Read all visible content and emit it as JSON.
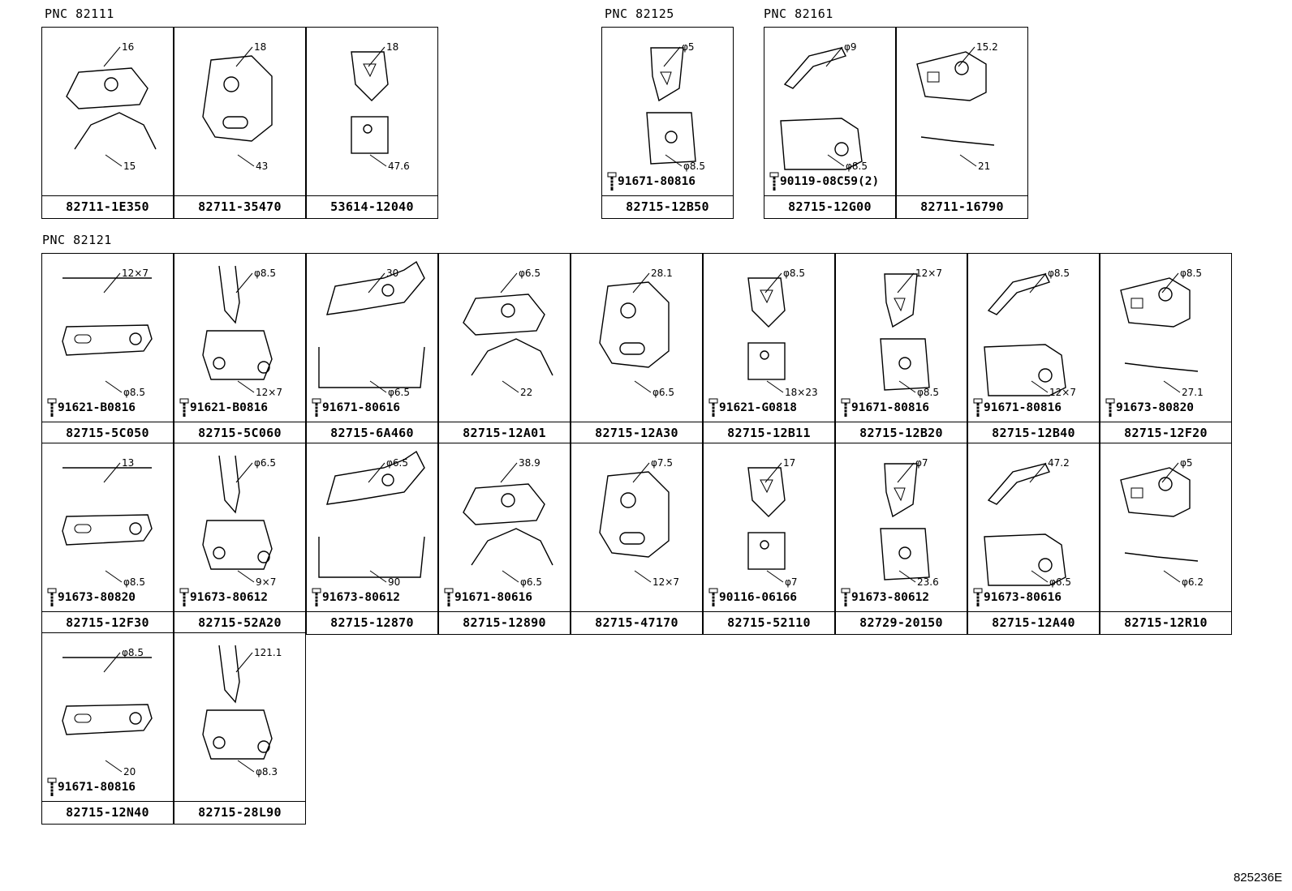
{
  "groups": {
    "g82111": {
      "label": "PNC 82111",
      "cells": [
        {
          "part": "82711-1E350",
          "dims": [
            "16",
            "15"
          ]
        },
        {
          "part": "82711-35470",
          "dims": [
            "18",
            "43"
          ]
        },
        {
          "part": "53614-12040",
          "dims": [
            "18",
            "47.6"
          ]
        }
      ]
    },
    "g82125": {
      "label": "PNC 82125",
      "cells": [
        {
          "part": "82715-12B50",
          "dims": [
            "φ5",
            "φ8.5"
          ],
          "bolt": "91671-80816"
        }
      ]
    },
    "g82161": {
      "label": "PNC 82161",
      "cells": [
        {
          "part": "82715-12G00",
          "dims": [
            "φ9",
            "φ8.5"
          ],
          "bolt": "90119-08C59(2)"
        },
        {
          "part": "82711-16790",
          "dims": [
            "15.2",
            "21"
          ]
        }
      ]
    },
    "g82121": {
      "label": "PNC 82121",
      "cells": [
        {
          "part": "82715-5C050",
          "dims": [
            "12×7",
            "φ8.5"
          ],
          "bolt": "91621-B0816"
        },
        {
          "part": "82715-5C060",
          "dims": [
            "φ8.5",
            "12×7"
          ],
          "bolt": "91621-B0816"
        },
        {
          "part": "82715-6A460",
          "dims": [
            "30",
            "φ6.5"
          ],
          "bolt": "91671-80616"
        },
        {
          "part": "82715-12A01",
          "dims": [
            "φ6.5",
            "22"
          ]
        },
        {
          "part": "82715-12A30",
          "dims": [
            "28.1",
            "φ6.5"
          ]
        },
        {
          "part": "82715-12B11",
          "dims": [
            "φ8.5",
            "18×23"
          ],
          "bolt": "91621-G0818"
        },
        {
          "part": "82715-12B20",
          "dims": [
            "12×7",
            "φ8.5"
          ],
          "bolt": "91671-80816"
        },
        {
          "part": "82715-12B40",
          "dims": [
            "φ8.5",
            "12×7"
          ],
          "bolt": "91671-80816"
        },
        {
          "part": "82715-12F20",
          "dims": [
            "φ8.5",
            "27.1"
          ],
          "bolt": "91673-80820"
        },
        {
          "part": "82715-12F30",
          "dims": [
            "13",
            "φ8.5"
          ],
          "bolt": "91673-80820"
        },
        {
          "part": "82715-52A20",
          "dims": [
            "φ6.5",
            "9×7"
          ],
          "bolt": "91673-80612"
        },
        {
          "part": "82715-12870",
          "dims": [
            "φ6.5",
            "90"
          ],
          "bolt": "91673-80612"
        },
        {
          "part": "82715-12890",
          "dims": [
            "38.9",
            "φ6.5"
          ],
          "bolt": "91671-80616"
        },
        {
          "part": "82715-47170",
          "dims": [
            "φ7.5",
            "12×7"
          ]
        },
        {
          "part": "82715-52110",
          "dims": [
            "17",
            "φ7"
          ],
          "bolt": "90116-06166"
        },
        {
          "part": "82729-20150",
          "dims": [
            "φ7",
            "23.6"
          ],
          "bolt": "91673-80612"
        },
        {
          "part": "82715-12A40",
          "dims": [
            "47.2",
            "φ6.5"
          ],
          "bolt": "91673-80616"
        },
        {
          "part": "82715-12R10",
          "dims": [
            "φ5",
            "φ6.2"
          ]
        },
        {
          "part": "82715-12N40",
          "dims": [
            "φ8.5",
            "20"
          ],
          "bolt": "91671-80816"
        },
        {
          "part": "82715-28L90",
          "dims": [
            "121.1",
            "φ8.3"
          ]
        }
      ]
    }
  },
  "reference": "825236E"
}
